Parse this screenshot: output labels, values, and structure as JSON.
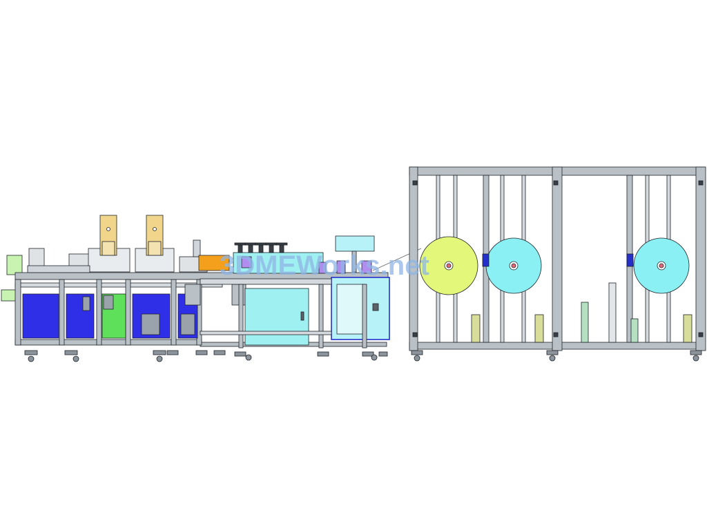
{
  "watermark": {
    "text": "3DMEWorks.net",
    "color": "#8fb6e6"
  },
  "colors": {
    "frame": "#b9c0c6",
    "frame_dark": "#5c6268",
    "outline": "#1d2228",
    "blue_cabinet": "#2f2fe8",
    "green_cabinet": "#5ee05a",
    "cyan_cabinet": "#9ff0f0",
    "cyan_box": "#b6f2f7",
    "yellow_unit": "#f1d58a",
    "orange_unit": "#f4a01d",
    "purple_part": "#b18df0",
    "light_green": "#c9f3b1",
    "roll_yellow": "#e3f77a",
    "roll_cyan": "#8bf0f3",
    "roll_core": "#e06a7a",
    "spool": "#d9dd9a",
    "blue_accent": "#2430c9"
  },
  "material_rolls": [
    {
      "name": "roll-1",
      "color": "yellow"
    },
    {
      "name": "roll-2",
      "color": "cyan"
    },
    {
      "name": "roll-3",
      "color": "cyan"
    }
  ]
}
